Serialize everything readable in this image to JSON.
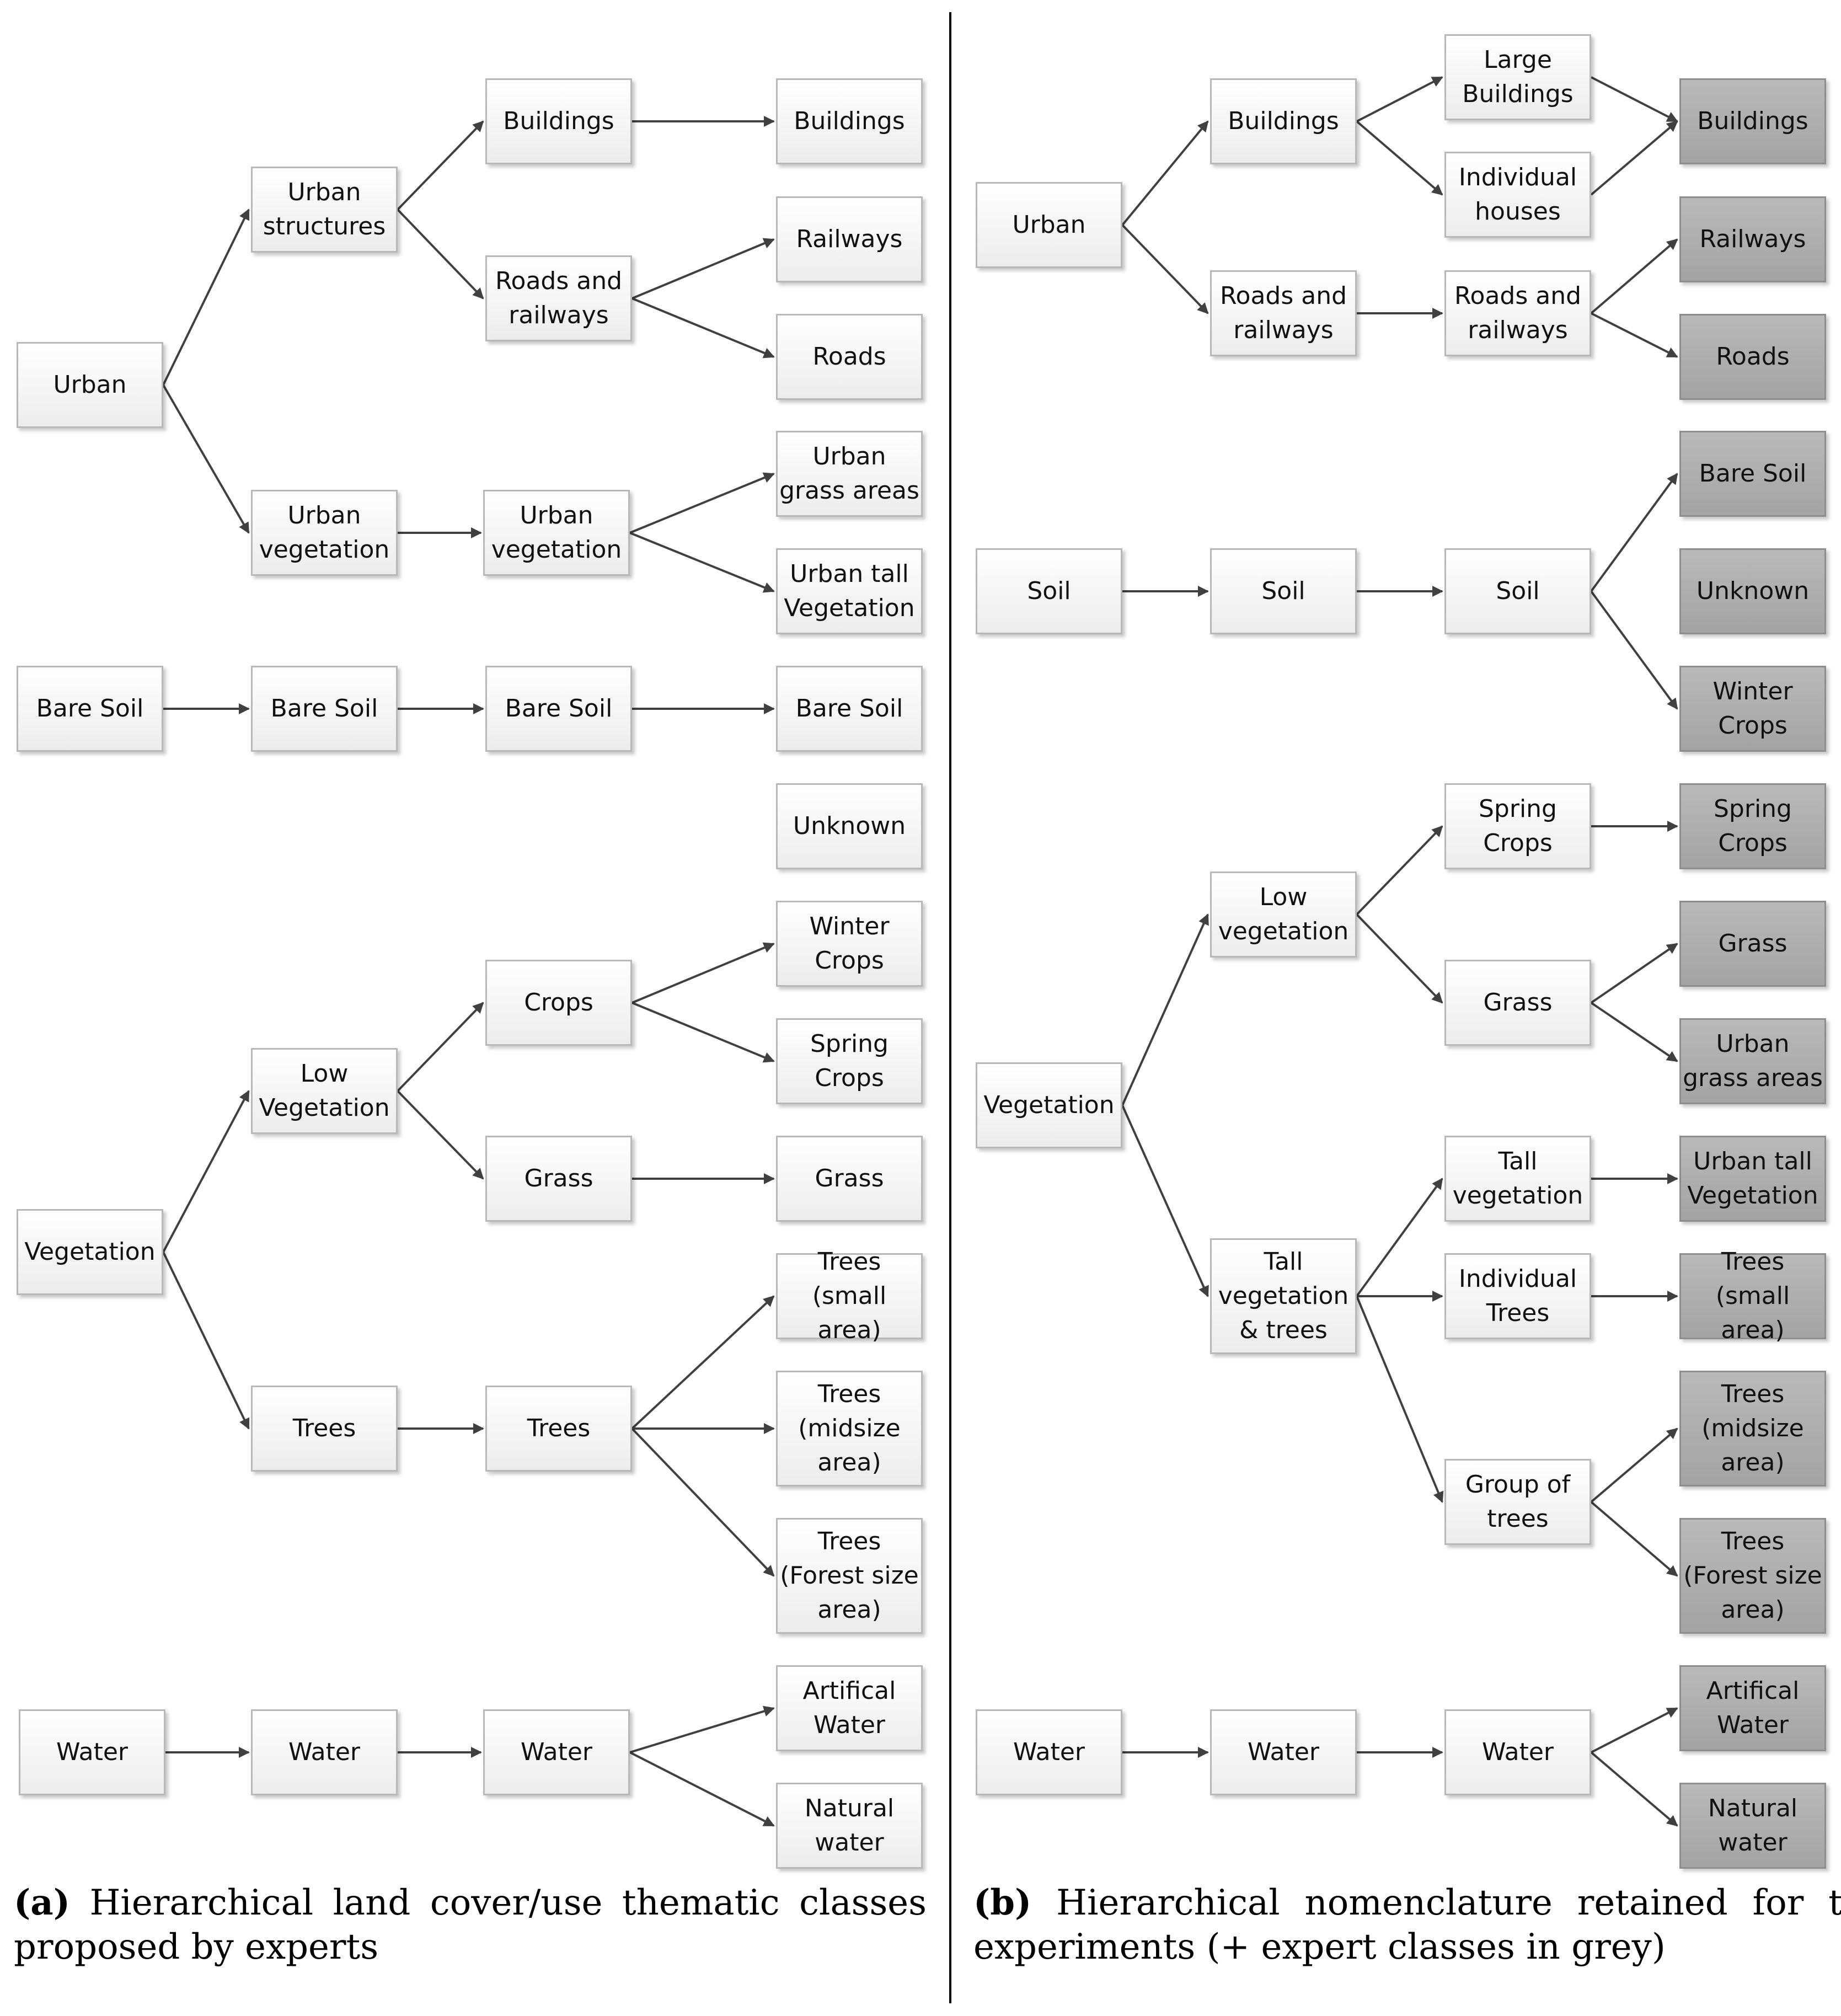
{
  "colors": {
    "node_fill": "#f3f3f3",
    "expert_class_fill": "#aeaeae",
    "edge": "#404040"
  },
  "left": {
    "nodes": {
      "a_urban": "Urban",
      "a_urban_structures": "Urban\nstructures",
      "a_urban_vegetation_1": "Urban\nvegetation",
      "a_buildings_1": "Buildings",
      "a_roads_railways": "Roads and\nrailways",
      "a_urban_vegetation_2": "Urban\nvegetation",
      "a_buildings_2": "Buildings",
      "a_railways": "Railways",
      "a_roads": "Roads",
      "a_urban_grass": "Urban\ngrass areas",
      "a_urban_tall": "Urban tall\nVegetation",
      "a_baresoil_1": "Bare Soil",
      "a_baresoil_2": "Bare Soil",
      "a_baresoil_3": "Bare Soil",
      "a_baresoil_4": "Bare Soil",
      "a_unknown": "Unknown",
      "a_vegetation": "Vegetation",
      "a_low_vegetation": "Low\nVegetation",
      "a_trees_1": "Trees",
      "a_crops": "Crops",
      "a_grass_1": "Grass",
      "a_trees_2": "Trees",
      "a_winter_crops": "Winter\nCrops",
      "a_spring_crops": "Spring\nCrops",
      "a_grass_2": "Grass",
      "a_trees_small": "Trees\n(small area)",
      "a_trees_midsize": "Trees\n(midsize\narea)",
      "a_trees_forest": "Trees\n(Forest size\narea)",
      "a_water_1": "Water",
      "a_water_2": "Water",
      "a_water_3": "Water",
      "a_artificial_water": "Artifical\nWater",
      "a_natural_water": "Natural\nwater"
    },
    "edges": [
      [
        "a_urban",
        "a_urban_structures"
      ],
      [
        "a_urban",
        "a_urban_vegetation_1"
      ],
      [
        "a_urban_structures",
        "a_buildings_1"
      ],
      [
        "a_urban_structures",
        "a_roads_railways"
      ],
      [
        "a_urban_vegetation_1",
        "a_urban_vegetation_2"
      ],
      [
        "a_buildings_1",
        "a_buildings_2"
      ],
      [
        "a_roads_railways",
        "a_railways"
      ],
      [
        "a_roads_railways",
        "a_roads"
      ],
      [
        "a_urban_vegetation_2",
        "a_urban_grass"
      ],
      [
        "a_urban_vegetation_2",
        "a_urban_tall"
      ],
      [
        "a_baresoil_1",
        "a_baresoil_2"
      ],
      [
        "a_baresoil_2",
        "a_baresoil_3"
      ],
      [
        "a_baresoil_3",
        "a_baresoil_4"
      ],
      [
        "a_vegetation",
        "a_low_vegetation"
      ],
      [
        "a_vegetation",
        "a_trees_1"
      ],
      [
        "a_low_vegetation",
        "a_crops"
      ],
      [
        "a_low_vegetation",
        "a_grass_1"
      ],
      [
        "a_trees_1",
        "a_trees_2"
      ],
      [
        "a_crops",
        "a_winter_crops"
      ],
      [
        "a_crops",
        "a_spring_crops"
      ],
      [
        "a_grass_1",
        "a_grass_2"
      ],
      [
        "a_trees_2",
        "a_trees_small"
      ],
      [
        "a_trees_2",
        "a_trees_midsize"
      ],
      [
        "a_trees_2",
        "a_trees_forest"
      ],
      [
        "a_water_1",
        "a_water_2"
      ],
      [
        "a_water_2",
        "a_water_3"
      ],
      [
        "a_water_3",
        "a_artificial_water"
      ],
      [
        "a_water_3",
        "a_natural_water"
      ]
    ],
    "caption": {
      "label": "(a)",
      "text": "Hierarchical land cover/use thematic classes proposed by experts"
    }
  },
  "right": {
    "nodes": {
      "b_urban": "Urban",
      "b_buildings": "Buildings",
      "b_roads_railways_1": "Roads and\nrailways",
      "b_large_buildings": "Large\nBuildings",
      "b_individual_houses": "Individual\nhouses",
      "b_roads_railways_2": "Roads and\nrailways",
      "b_buildings_g": "Buildings",
      "b_railways_g": "Railways",
      "b_roads_g": "Roads",
      "b_soil_1": "Soil",
      "b_soil_2": "Soil",
      "b_soil_3": "Soil",
      "b_baresoil_g": "Bare Soil",
      "b_unknown_g": "Unknown",
      "b_winter_crops_g": "Winter\nCrops",
      "b_vegetation": "Vegetation",
      "b_low_vegetation": "Low\nvegetation",
      "b_tall_veg_trees": "Tall\nvegetation\n& trees",
      "b_spring_crops": "Spring\nCrops",
      "b_grass": "Grass",
      "b_tall_vegetation": "Tall\nvegetation",
      "b_individual_trees": "Individual\nTrees",
      "b_group_trees": "Group of\ntrees",
      "b_spring_crops_g": "Spring\nCrops",
      "b_grass_g": "Grass",
      "b_urban_grass_g": "Urban\ngrass areas",
      "b_urban_tall_g": "Urban tall\nVegetation",
      "b_trees_small_g": "Trees\n(small area)",
      "b_trees_midsize_g": "Trees\n(midsize\narea)",
      "b_trees_forest_g": "Trees\n(Forest size\narea)",
      "b_water_1": "Water",
      "b_water_2": "Water",
      "b_water_3": "Water",
      "b_artificial_water_g": "Artifical\nWater",
      "b_natural_water_g": "Natural\nwater"
    },
    "edges": [
      [
        "b_urban",
        "b_buildings"
      ],
      [
        "b_urban",
        "b_roads_railways_1"
      ],
      [
        "b_buildings",
        "b_large_buildings"
      ],
      [
        "b_buildings",
        "b_individual_houses"
      ],
      [
        "b_large_buildings",
        "b_buildings_g"
      ],
      [
        "b_individual_houses",
        "b_buildings_g"
      ],
      [
        "b_roads_railways_1",
        "b_roads_railways_2"
      ],
      [
        "b_roads_railways_2",
        "b_railways_g"
      ],
      [
        "b_roads_railways_2",
        "b_roads_g"
      ],
      [
        "b_soil_1",
        "b_soil_2"
      ],
      [
        "b_soil_2",
        "b_soil_3"
      ],
      [
        "b_soil_3",
        "b_baresoil_g"
      ],
      [
        "b_soil_3",
        "b_winter_crops_g"
      ],
      [
        "b_vegetation",
        "b_low_vegetation"
      ],
      [
        "b_vegetation",
        "b_tall_veg_trees"
      ],
      [
        "b_low_vegetation",
        "b_spring_crops"
      ],
      [
        "b_low_vegetation",
        "b_grass"
      ],
      [
        "b_spring_crops",
        "b_spring_crops_g"
      ],
      [
        "b_grass",
        "b_grass_g"
      ],
      [
        "b_grass",
        "b_urban_grass_g"
      ],
      [
        "b_tall_veg_trees",
        "b_tall_vegetation"
      ],
      [
        "b_tall_veg_trees",
        "b_individual_trees"
      ],
      [
        "b_tall_veg_trees",
        "b_group_trees"
      ],
      [
        "b_tall_vegetation",
        "b_urban_tall_g"
      ],
      [
        "b_individual_trees",
        "b_trees_small_g"
      ],
      [
        "b_group_trees",
        "b_trees_midsize_g"
      ],
      [
        "b_group_trees",
        "b_trees_forest_g"
      ],
      [
        "b_water_1",
        "b_water_2"
      ],
      [
        "b_water_2",
        "b_water_3"
      ],
      [
        "b_water_3",
        "b_artificial_water_g"
      ],
      [
        "b_water_3",
        "b_natural_water_g"
      ]
    ],
    "caption": {
      "label": "(b)",
      "text": "Hierarchical nomenclature retained for the experiments (+ expert classes in grey)"
    }
  }
}
